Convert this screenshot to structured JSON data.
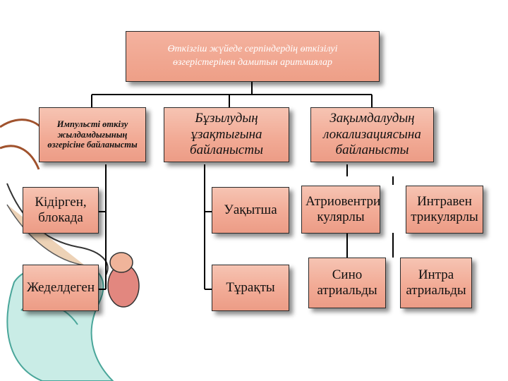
{
  "root": {
    "title": "Өткізгіш жүйеде серпіндердің өткізілуі өзгерістерінен дамитын аритмиялар"
  },
  "categories": [
    {
      "label": "Импульсті өткізу жылдамдығының өзгерісіне байланысты"
    },
    {
      "label": "Бұзылудың ұзақтығына байланысты"
    },
    {
      "label": "Зақымдалудың локализациясына байланысты"
    }
  ],
  "leaves": {
    "delayed": "Кідірген, блокада",
    "accelerated": "Жеделдеген",
    "transient": "Уақытша",
    "permanent": "Тұрақты",
    "atrioventricular": "Атриовентри кулярлы",
    "intraventricular": "Интравен трикулярлы",
    "sinoatrial": "Сино атриальды",
    "intraatrial": "Интра атриальды"
  },
  "colors": {
    "box_fill": "#f2ab96",
    "root_text": "#ffffff",
    "lines": "#000000"
  },
  "decoration": {
    "illustration": "nurse-holding-baby-icon"
  }
}
